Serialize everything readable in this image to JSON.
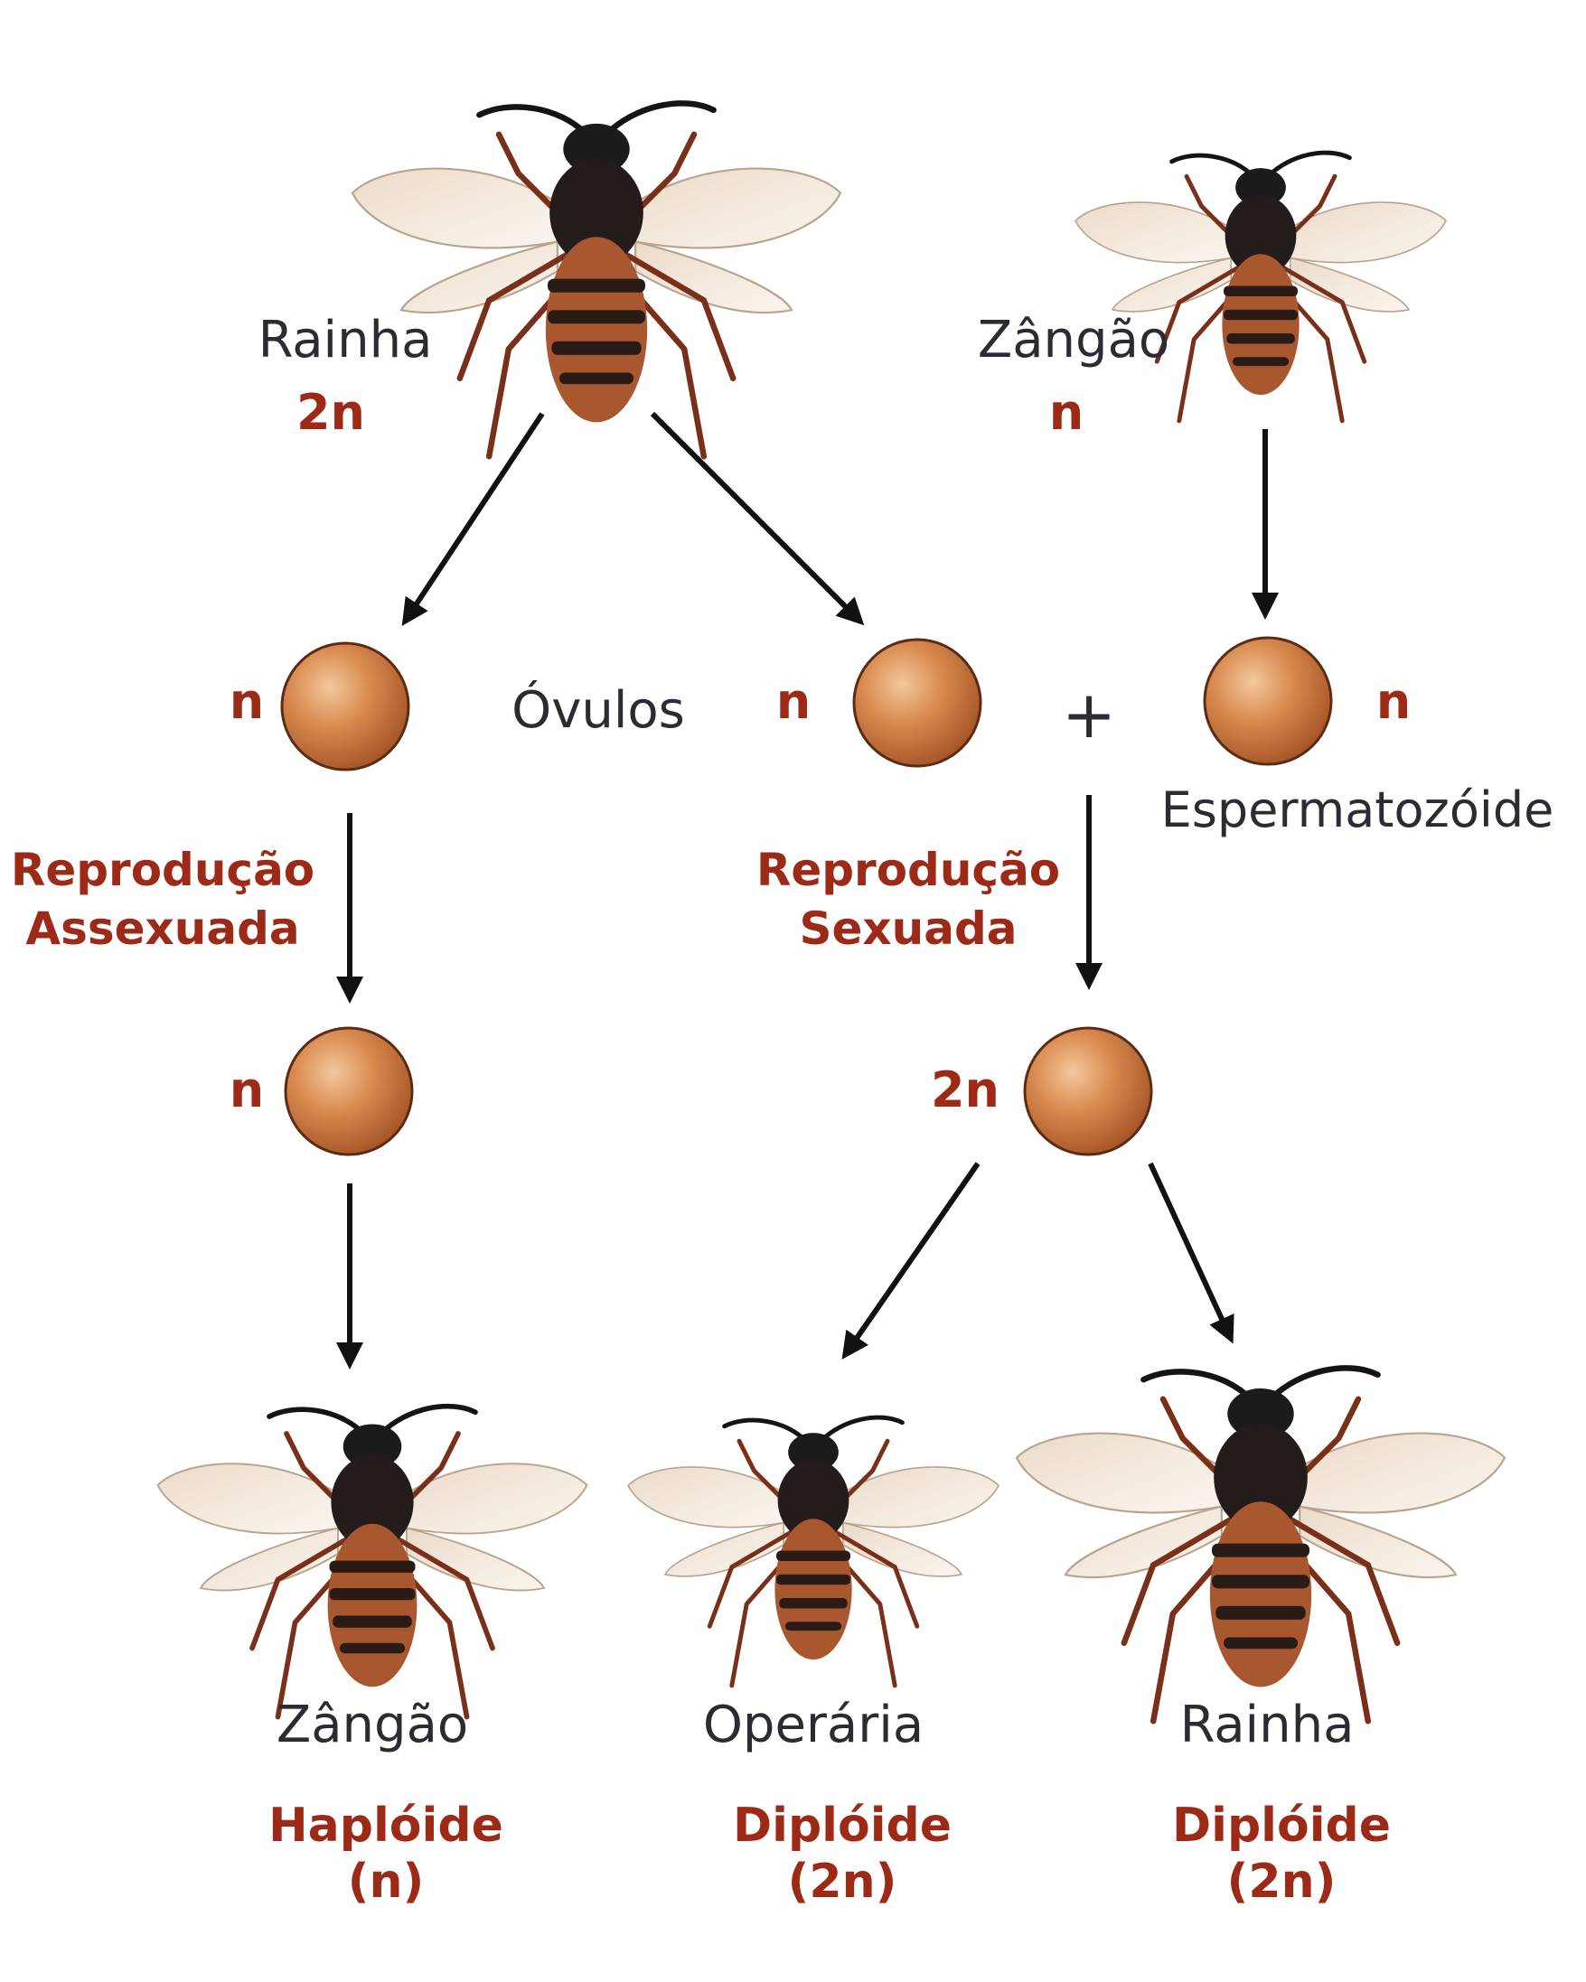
{
  "colors": {
    "label_red": "#9c2a17",
    "label_dark": "#2b2b33",
    "cell_orange": "#c8703a",
    "arrow": "#111111"
  },
  "top": {
    "queen": {
      "name": "Rainha",
      "ploidy": "2n"
    },
    "drone": {
      "name": "Zângão",
      "ploidy": "n"
    }
  },
  "gametes": {
    "ovulos_label": "Óvulos",
    "egg_left_ploidy": "n",
    "egg_right_ploidy": "n",
    "plus_sign": "+",
    "sperm_ploidy": "n",
    "sperm_label": "Espermatozóide"
  },
  "processes": {
    "asexual": {
      "line1": "Reprodução",
      "line2": "Assexuada"
    },
    "sexual": {
      "line1": "Reprodução",
      "line2": "Sexuada"
    }
  },
  "zygotes": {
    "haploid_ploidy": "n",
    "diploid_ploidy": "2n"
  },
  "offspring": [
    {
      "name": "Zângão",
      "type": "Haplóide",
      "ploidy": "(n)"
    },
    {
      "name": "Operária",
      "type": "Diplóide",
      "ploidy": "(2n)"
    },
    {
      "name": "Rainha",
      "type": "Diplóide",
      "ploidy": "(2n)"
    }
  ],
  "icons": [
    "wasp-icon",
    "cell-icon",
    "arrow-icon"
  ]
}
